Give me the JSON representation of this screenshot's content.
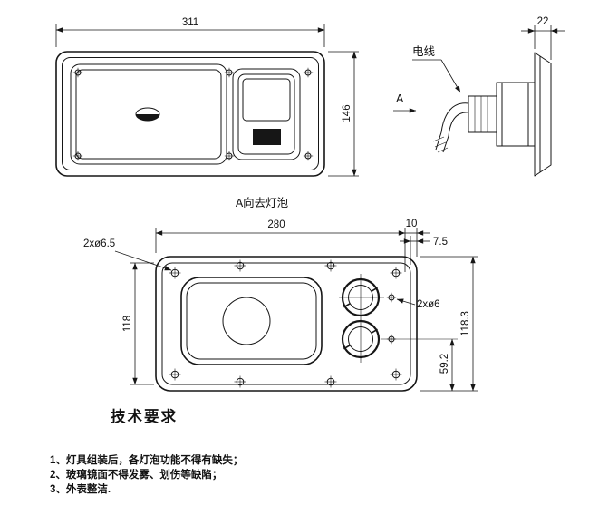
{
  "page": {
    "background": "#ffffff",
    "line_color": "#161616"
  },
  "front_view": {
    "dim_width": "311",
    "dim_height": "146"
  },
  "side_view": {
    "dim_depth": "22",
    "wire_label": "电线",
    "section_label": "A"
  },
  "rear_view": {
    "title": "A向去灯泡",
    "dim_width": "280",
    "dim_top_offset": "10",
    "dim_top_offset_2": "7.5",
    "dim_height_left": "118",
    "dim_height_right": "118.3",
    "dim_bulb_offset": "59.2",
    "hole_note_left": "2xø6.5",
    "hole_note_right": "2xø6"
  },
  "notes": {
    "heading": "技术要求",
    "items": [
      "1、灯具组装后，各灯泡功能不得有缺失；",
      "2、玻璃镜面不得发雾、划伤等缺陷；",
      "3、外表整洁."
    ]
  }
}
